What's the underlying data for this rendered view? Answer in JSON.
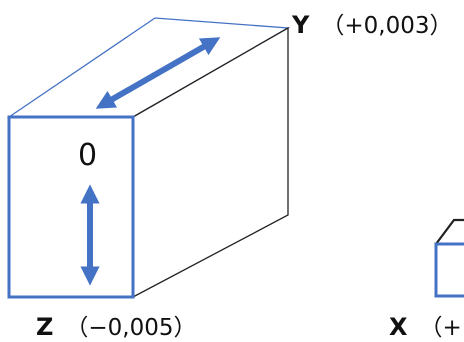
{
  "labels": {
    "y_axis": {
      "letter": "Y",
      "value": "（+0,003）"
    },
    "z_axis": {
      "letter": "Z",
      "value": "（−0,005）"
    },
    "x_axis": {
      "letter": "X",
      "value": "（+"
    },
    "front_face_value": "0"
  },
  "colors": {
    "box_edge": "#4472c4",
    "arrow": "#4472c4",
    "line": "#222222",
    "text": "#111111"
  }
}
